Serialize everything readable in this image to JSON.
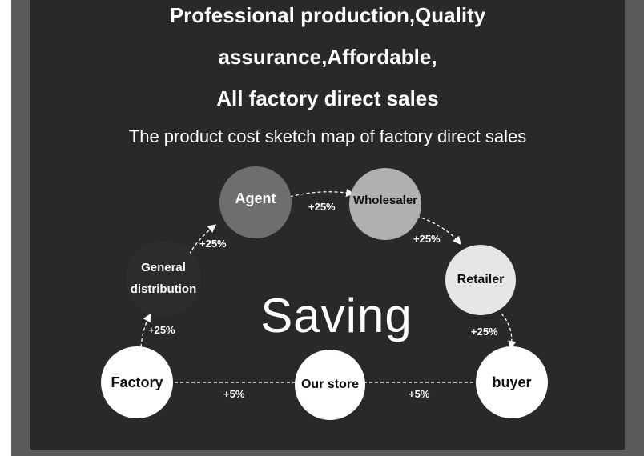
{
  "headline": {
    "line1": "Professional production,Quality",
    "line2": "assurance,Affordable,",
    "line3": "All factory direct sales"
  },
  "subtitle": "The product cost sketch map of factory direct sales",
  "center_label": "Saving",
  "nodes": {
    "factory": "Factory",
    "general_distribution_line1": "General",
    "general_distribution_line2": "distribution",
    "agent": "Agent",
    "wholesaler": "Wholesaler",
    "retailer": "Retailer",
    "buyer": "buyer",
    "our_store": "Our store"
  },
  "markups": {
    "factory_to_general": "+25%",
    "general_to_agent": "+25%",
    "agent_to_wholesaler": "+25%",
    "wholesaler_to_retailer": "+25%",
    "retailer_to_buyer": "+25%",
    "factory_to_store": "+5%",
    "store_to_buyer": "+5%"
  },
  "colors": {
    "background": "#2b2829",
    "frame": "#5b5b59",
    "white_node": "#ffffff",
    "general_node": "#2e2b2c",
    "agent_node": "#6f6e6e",
    "wholesaler_node": "#b0b0b0",
    "retailer_node": "#e6e6e6"
  }
}
